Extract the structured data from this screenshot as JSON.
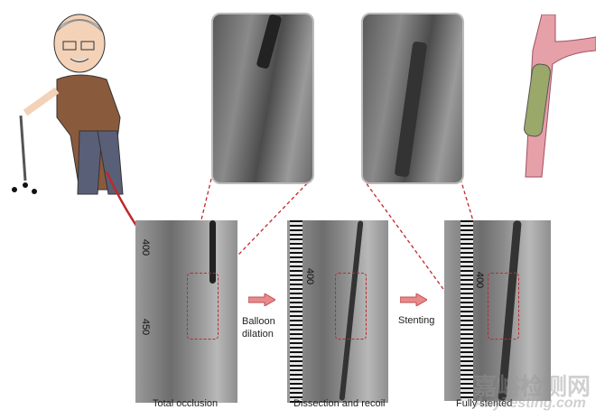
{
  "steps": [
    {
      "label": "Total occlusion"
    },
    {
      "label": "Dissection and recoil"
    },
    {
      "label": "Fully stented"
    }
  ],
  "transitions": [
    {
      "label_line1": "Balloon",
      "label_line2": "dilation"
    },
    {
      "label": "Stenting"
    }
  ],
  "ruler_marks": {
    "a": "400",
    "b": "450"
  },
  "watermark": {
    "cn": "嘉峪检测网",
    "en": "AnyTesting.com"
  },
  "colors": {
    "accent_red": "#c0282c",
    "arrow_fill": "#e88a8c",
    "vessel_pink": "#e6a0a8"
  }
}
